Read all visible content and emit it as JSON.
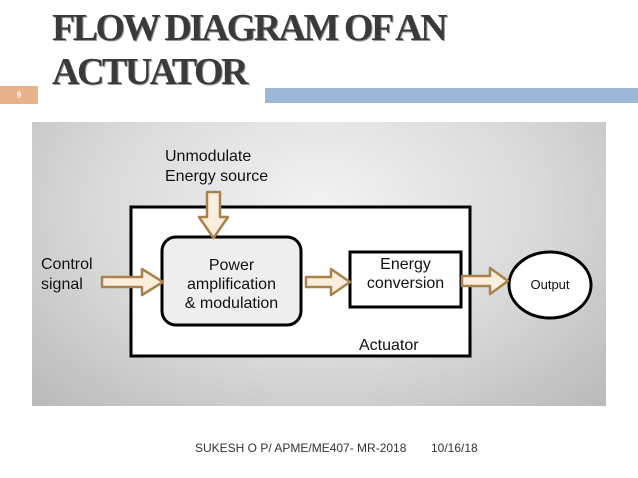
{
  "slide": {
    "title": "FLOW DIAGRAM OF AN ACTUATOR",
    "number": "9"
  },
  "diagram": {
    "energy_source_line1": "Unmodulate",
    "energy_source_line2": "Energy source",
    "control_line1": "Control",
    "control_line2": "signal",
    "power_line1": "Power",
    "power_line2": "amplification",
    "power_line3": "& modulation",
    "energy_line1": "Energy",
    "energy_line2": "conversion",
    "output": "Output",
    "actuator": "Actuator"
  },
  "footer": {
    "author": "SUKESH O P/ APME/ME407- MR-2018",
    "date": "10/16/18"
  },
  "colors": {
    "arrow_fill": "#fbeedc",
    "arrow_stroke": "#a8824c",
    "title_bar": "#9bb9d6",
    "number_bar": "#e8b28a"
  }
}
